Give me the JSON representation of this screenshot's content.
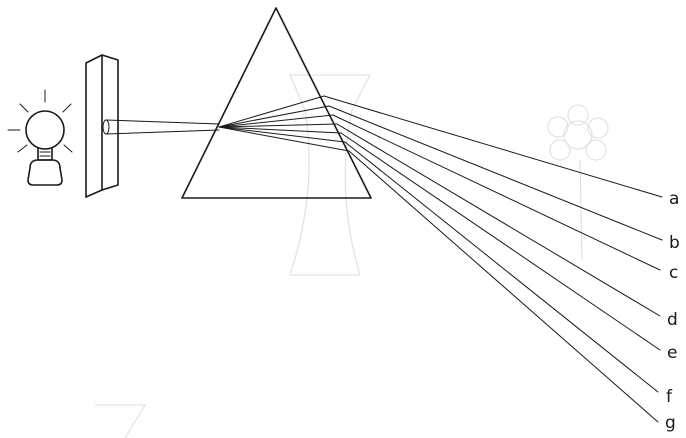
{
  "diagram": {
    "ray_labels": [
      "a",
      "b",
      "c",
      "d",
      "e",
      "f",
      "g"
    ]
  },
  "colors": {
    "ink": "#1a1a1a",
    "background": "#ffffff",
    "faint_show_through": "#dcdcdc"
  },
  "icons": {
    "light_source": "light-bulb-icon"
  }
}
